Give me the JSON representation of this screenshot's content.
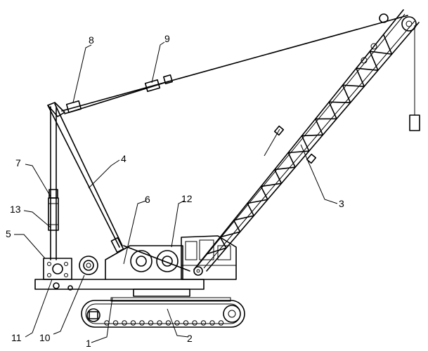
{
  "figure": {
    "labels": {
      "l1": "1",
      "l2": "2",
      "l3": "3",
      "l4": "4",
      "l5": "5",
      "l6": "6",
      "l7": "7",
      "l8": "8",
      "l9": "9",
      "l10": "10",
      "l11": "11",
      "l12": "12",
      "l13": "13"
    }
  }
}
